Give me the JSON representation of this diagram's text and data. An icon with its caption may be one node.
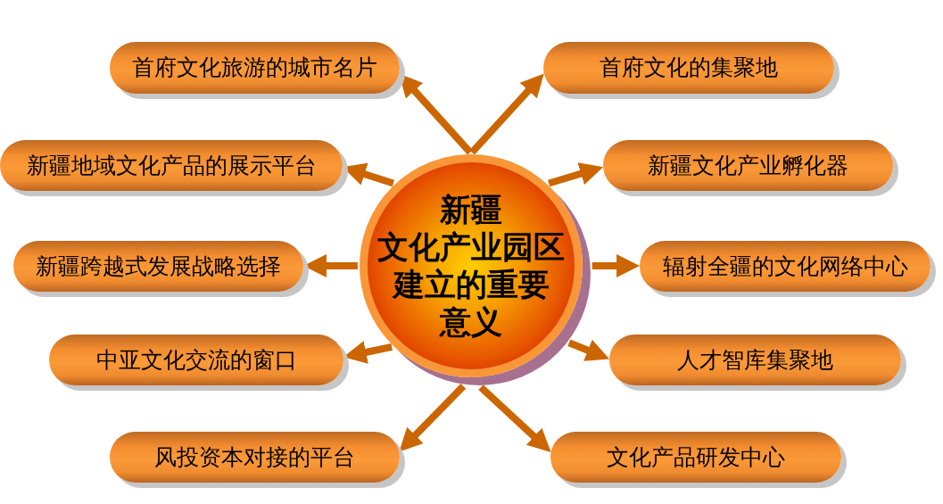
{
  "diagram": {
    "nodes": [
      {
        "text": [
          "新疆文化产业园区建立的重要意义"
        ]
      },
      {
        "text": [
          "首府文化旅游的城市名片"
        ]
      },
      {
        "text": [
          "首府文化的集聚地"
        ]
      },
      {
        "text": [
          "新疆地域文化产品的展示平台"
        ]
      },
      {
        "text": [
          "新疆文化产业孵化器"
        ]
      },
      {
        "text": [
          "新疆跨越式发展战略选择"
        ]
      },
      {
        "text": [
          "辐射全疆的文化网络中心"
        ]
      },
      {
        "text": [
          "中亚文化交流的窗口"
        ]
      },
      {
        "text": [
          "人才智库集聚地"
        ]
      },
      {
        "text": [
          "风投资本对接的平台"
        ]
      },
      {
        "text": [
          "文化产品研发中心"
        ]
      }
    ],
    "edges": [
      {
        "from": 0,
        "to": 1,
        "arrow": "to"
      },
      {
        "from": 0,
        "to": 2,
        "arrow": "to"
      },
      {
        "from": 0,
        "to": 3,
        "arrow": "to"
      },
      {
        "from": 0,
        "to": 4,
        "arrow": "to"
      },
      {
        "from": 0,
        "to": 5,
        "arrow": "to"
      },
      {
        "from": 0,
        "to": 6,
        "arrow": "to"
      },
      {
        "from": 0,
        "to": 7,
        "arrow": "to"
      },
      {
        "from": 0,
        "to": 8,
        "arrow": "to"
      },
      {
        "from": 0,
        "to": 9,
        "arrow": "to"
      },
      {
        "from": 0,
        "to": 10,
        "arrow": "to"
      }
    ]
  }
}
